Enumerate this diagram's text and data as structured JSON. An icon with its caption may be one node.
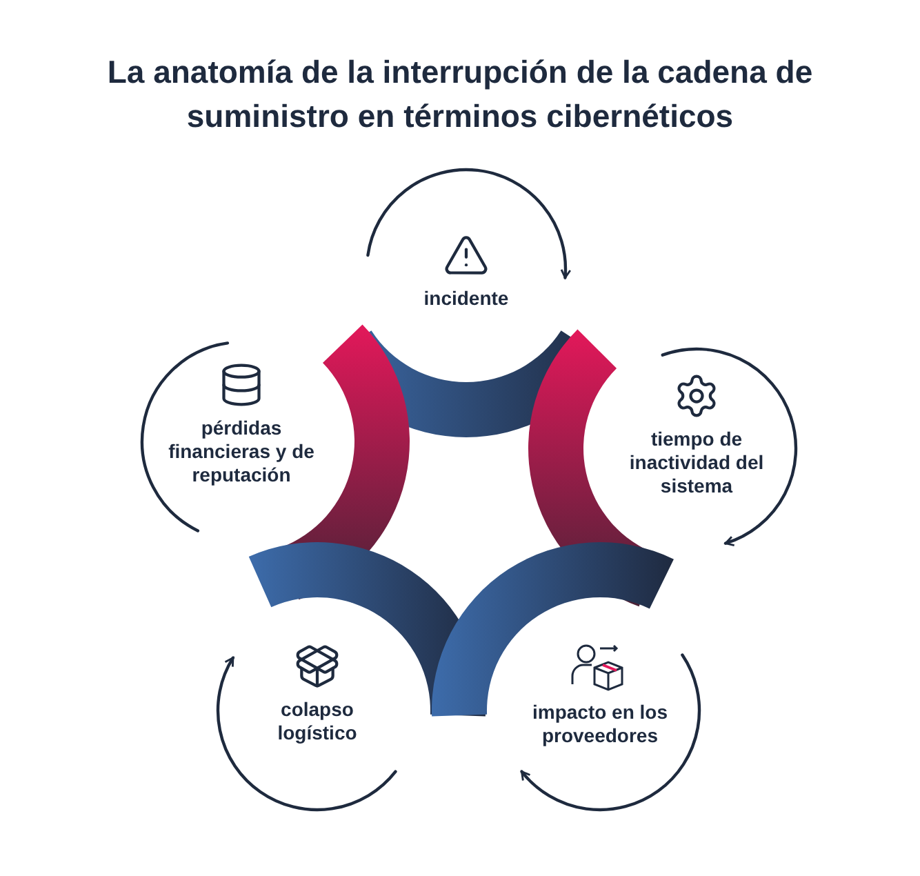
{
  "diagram": {
    "title": "La anatomía de la interrupción de la cadena de suministro en términos cibernéticos",
    "nodes": [
      {
        "text": [
          "incidente"
        ]
      },
      {
        "text": [
          "pérdidas financieras y de reputación"
        ]
      },
      {
        "text": [
          "tiempo de inactividad del sistema"
        ]
      },
      {
        "text": [
          "colapso logístico"
        ]
      },
      {
        "text": [
          "impacto en los proveedores"
        ]
      }
    ]
  }
}
